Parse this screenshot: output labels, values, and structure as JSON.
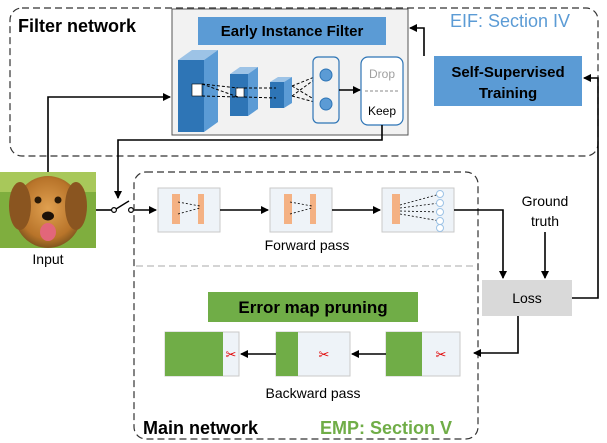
{
  "filter_network": {
    "title": "Filter network",
    "section": "EIF: Section IV"
  },
  "eif": {
    "label": "Early Instance Filter",
    "drop": "Drop",
    "keep": "Keep"
  },
  "self_supervised": {
    "line1": "Self-Supervised",
    "line2": "Training"
  },
  "input": {
    "label": "Input"
  },
  "forward": {
    "label": "Forward pass"
  },
  "ground_truth": {
    "line1": "Ground",
    "line2": "truth"
  },
  "loss": {
    "label": "Loss"
  },
  "emp": {
    "label": "Error map pruning"
  },
  "backward": {
    "label": "Backward pass"
  },
  "main_network": {
    "title": "Main network",
    "section": "EMP: Section V"
  },
  "colors": {
    "blue": "#5b9bd5",
    "dark_blue": "#2e75b6",
    "green": "#70ad47",
    "orange": "#f4b183",
    "loss_gray": "#d9d9d9"
  }
}
